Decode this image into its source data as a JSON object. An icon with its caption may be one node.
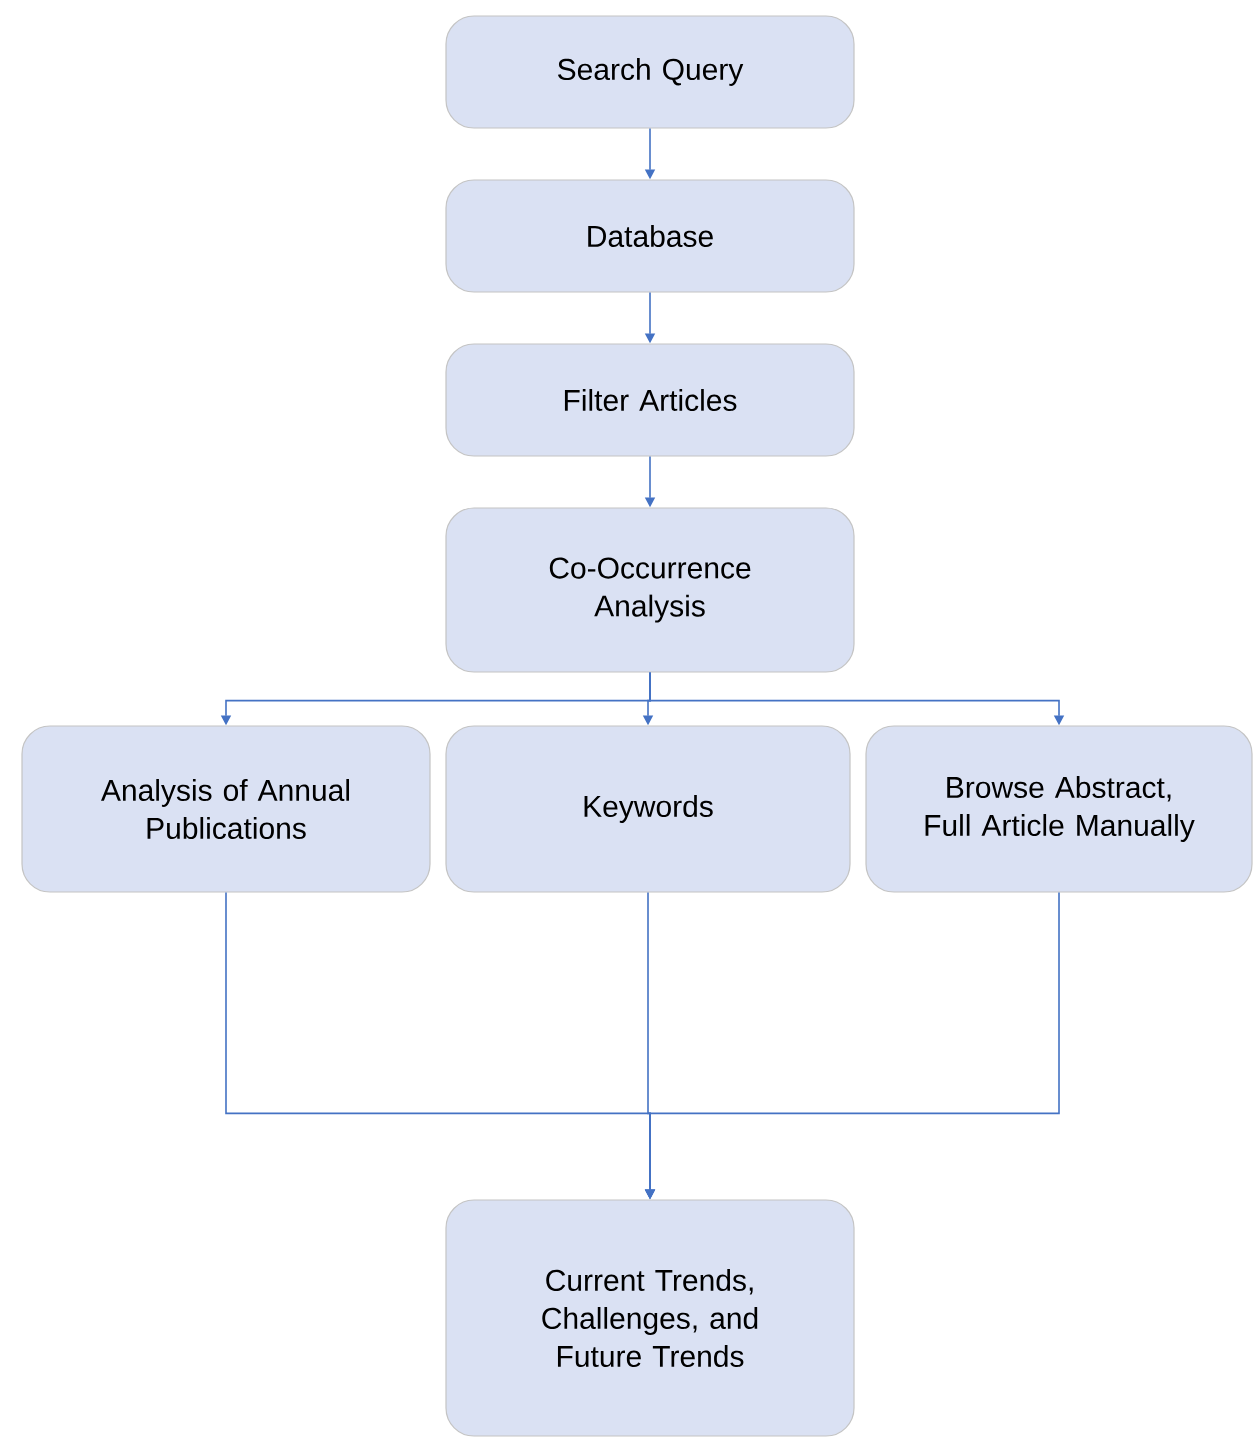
{
  "diagram": {
    "nodes": [
      {
        "text": [
          "Search Query"
        ]
      },
      {
        "text": [
          "Database"
        ]
      },
      {
        "text": [
          "Filter Articles"
        ]
      },
      {
        "text": [
          "Co-Occurrence Analysis"
        ]
      },
      {
        "text": [
          "Analysis of Annual Publications"
        ]
      },
      {
        "text": [
          "Keywords"
        ]
      },
      {
        "text": [
          "Browse Abstract, Full Article Manually"
        ]
      },
      {
        "text": [
          "Current Trends, Challenges, and Future Trends"
        ]
      }
    ],
    "edges": [
      {
        "from": 0,
        "to": 1,
        "arrow": "to"
      },
      {
        "from": 1,
        "to": 2,
        "arrow": "to"
      },
      {
        "from": 2,
        "to": 3,
        "arrow": "to"
      },
      {
        "from": 3,
        "to": 4,
        "arrow": "to"
      },
      {
        "from": 3,
        "to": 5,
        "arrow": "to"
      },
      {
        "from": 3,
        "to": 6,
        "arrow": "to"
      },
      {
        "from": 4,
        "to": 7,
        "arrow": "to"
      },
      {
        "from": 5,
        "to": 7,
        "arrow": "to"
      },
      {
        "from": 6,
        "to": 7,
        "arrow": "to"
      }
    ]
  }
}
